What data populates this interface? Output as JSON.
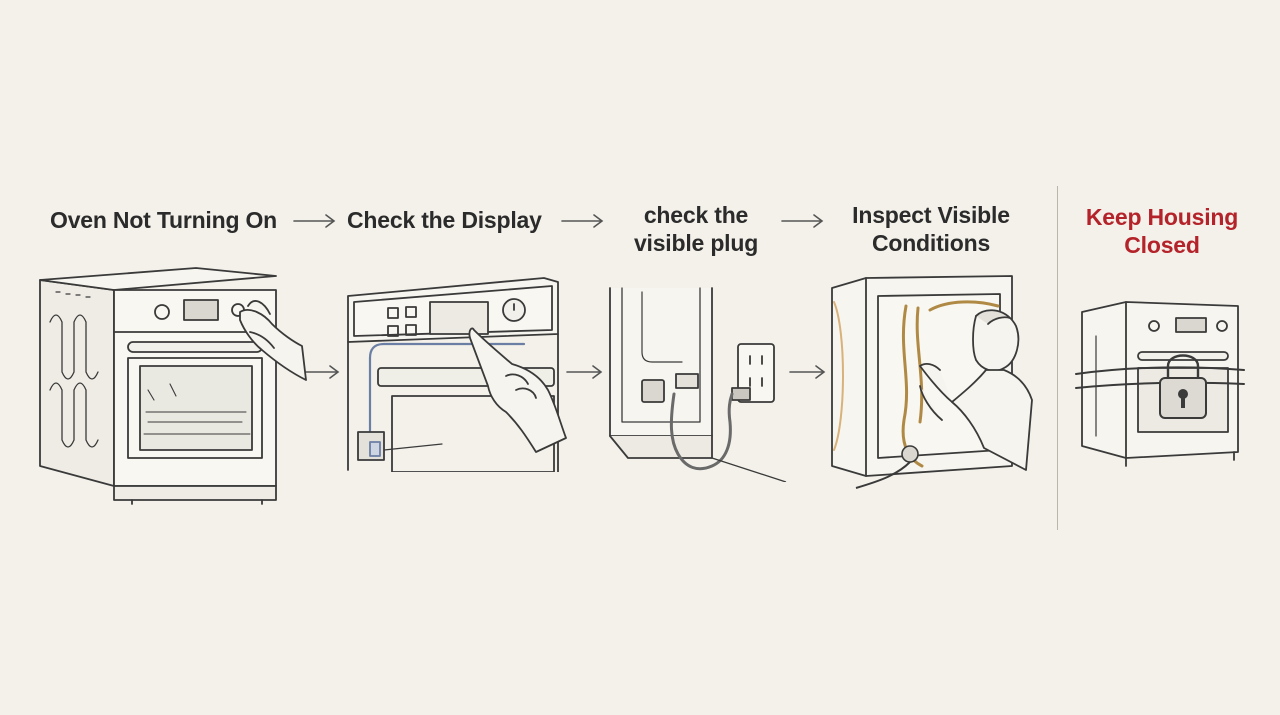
{
  "steps": [
    {
      "title": "Oven Not Turning On",
      "icon": "oven-hand-icon"
    },
    {
      "title": "Check the Display",
      "icon": "display-hand-icon"
    },
    {
      "title_lines": [
        "check the",
        "visible plug"
      ],
      "icon": "plug-outlet-icon"
    },
    {
      "title_lines": [
        "Inspect Visible",
        "Conditions"
      ],
      "icon": "technician-wiring-icon"
    },
    {
      "title_lines": [
        "Keep Housing",
        "Closed"
      ],
      "icon": "locked-oven-icon"
    }
  ],
  "colors": {
    "background": "#f3f1ea",
    "ink": "#2b2b2b",
    "warning": "#b5232a",
    "wire": "#b08a45"
  },
  "arrow_icon": "right-arrow-icon",
  "lock_icon": "padlock-icon"
}
